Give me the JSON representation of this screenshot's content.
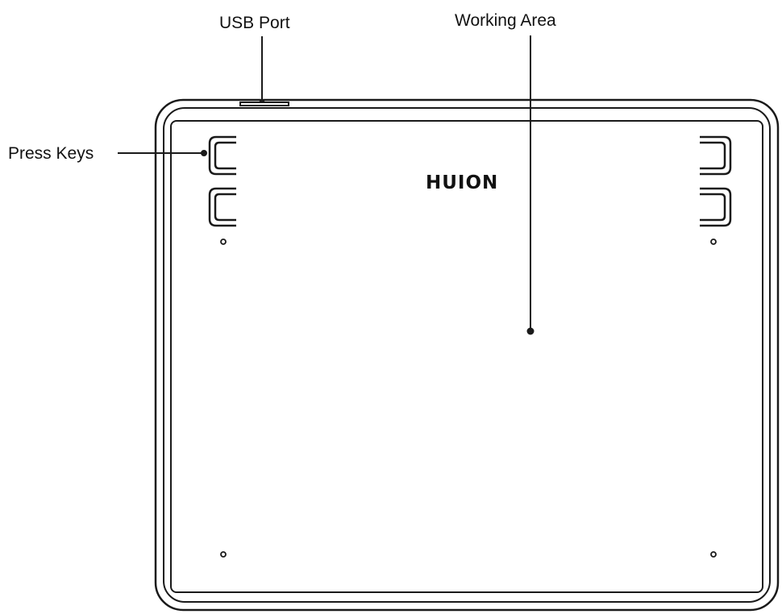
{
  "labels": {
    "usb_port": "USB Port",
    "working_area": "Working Area",
    "press_keys": "Press Keys"
  },
  "brand": {
    "logo_text": "HUION"
  },
  "colors": {
    "stroke": "#1a1a1a",
    "background": "#ffffff"
  }
}
